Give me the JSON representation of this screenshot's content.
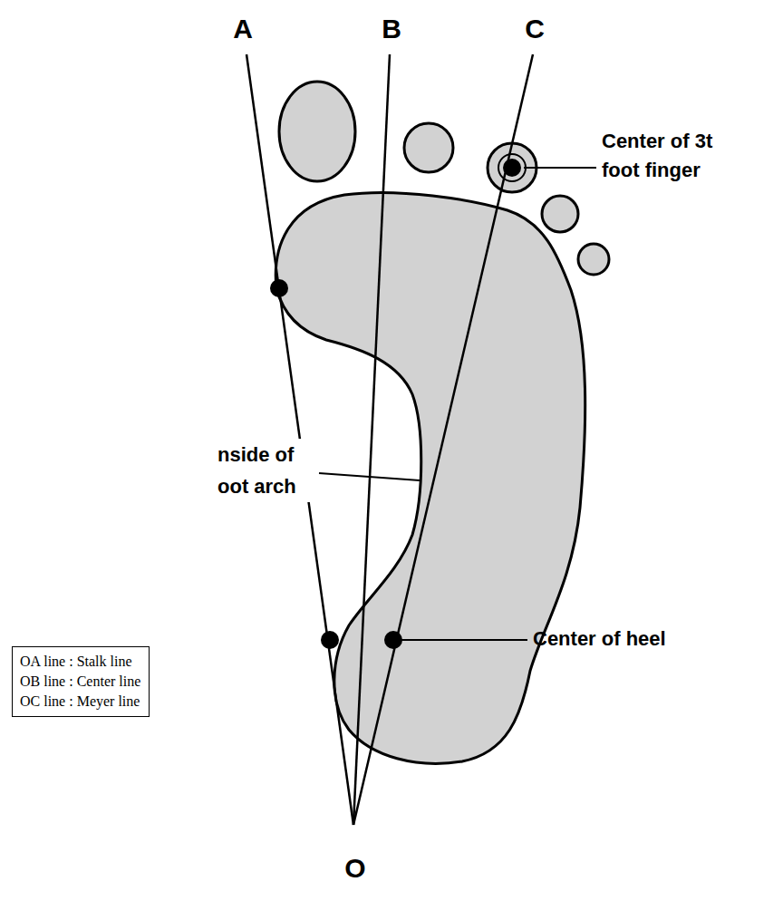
{
  "diagram": {
    "nodes": [
      {
        "text": [
          "OA line : Stalk line",
          "OB line : Center line",
          "OC line : Meyer line"
        ]
      }
    ],
    "labels": [
      "A",
      "B",
      "C",
      "Center of 3t foot finger",
      "nside of oot arch",
      "Center of heel",
      "O"
    ]
  }
}
